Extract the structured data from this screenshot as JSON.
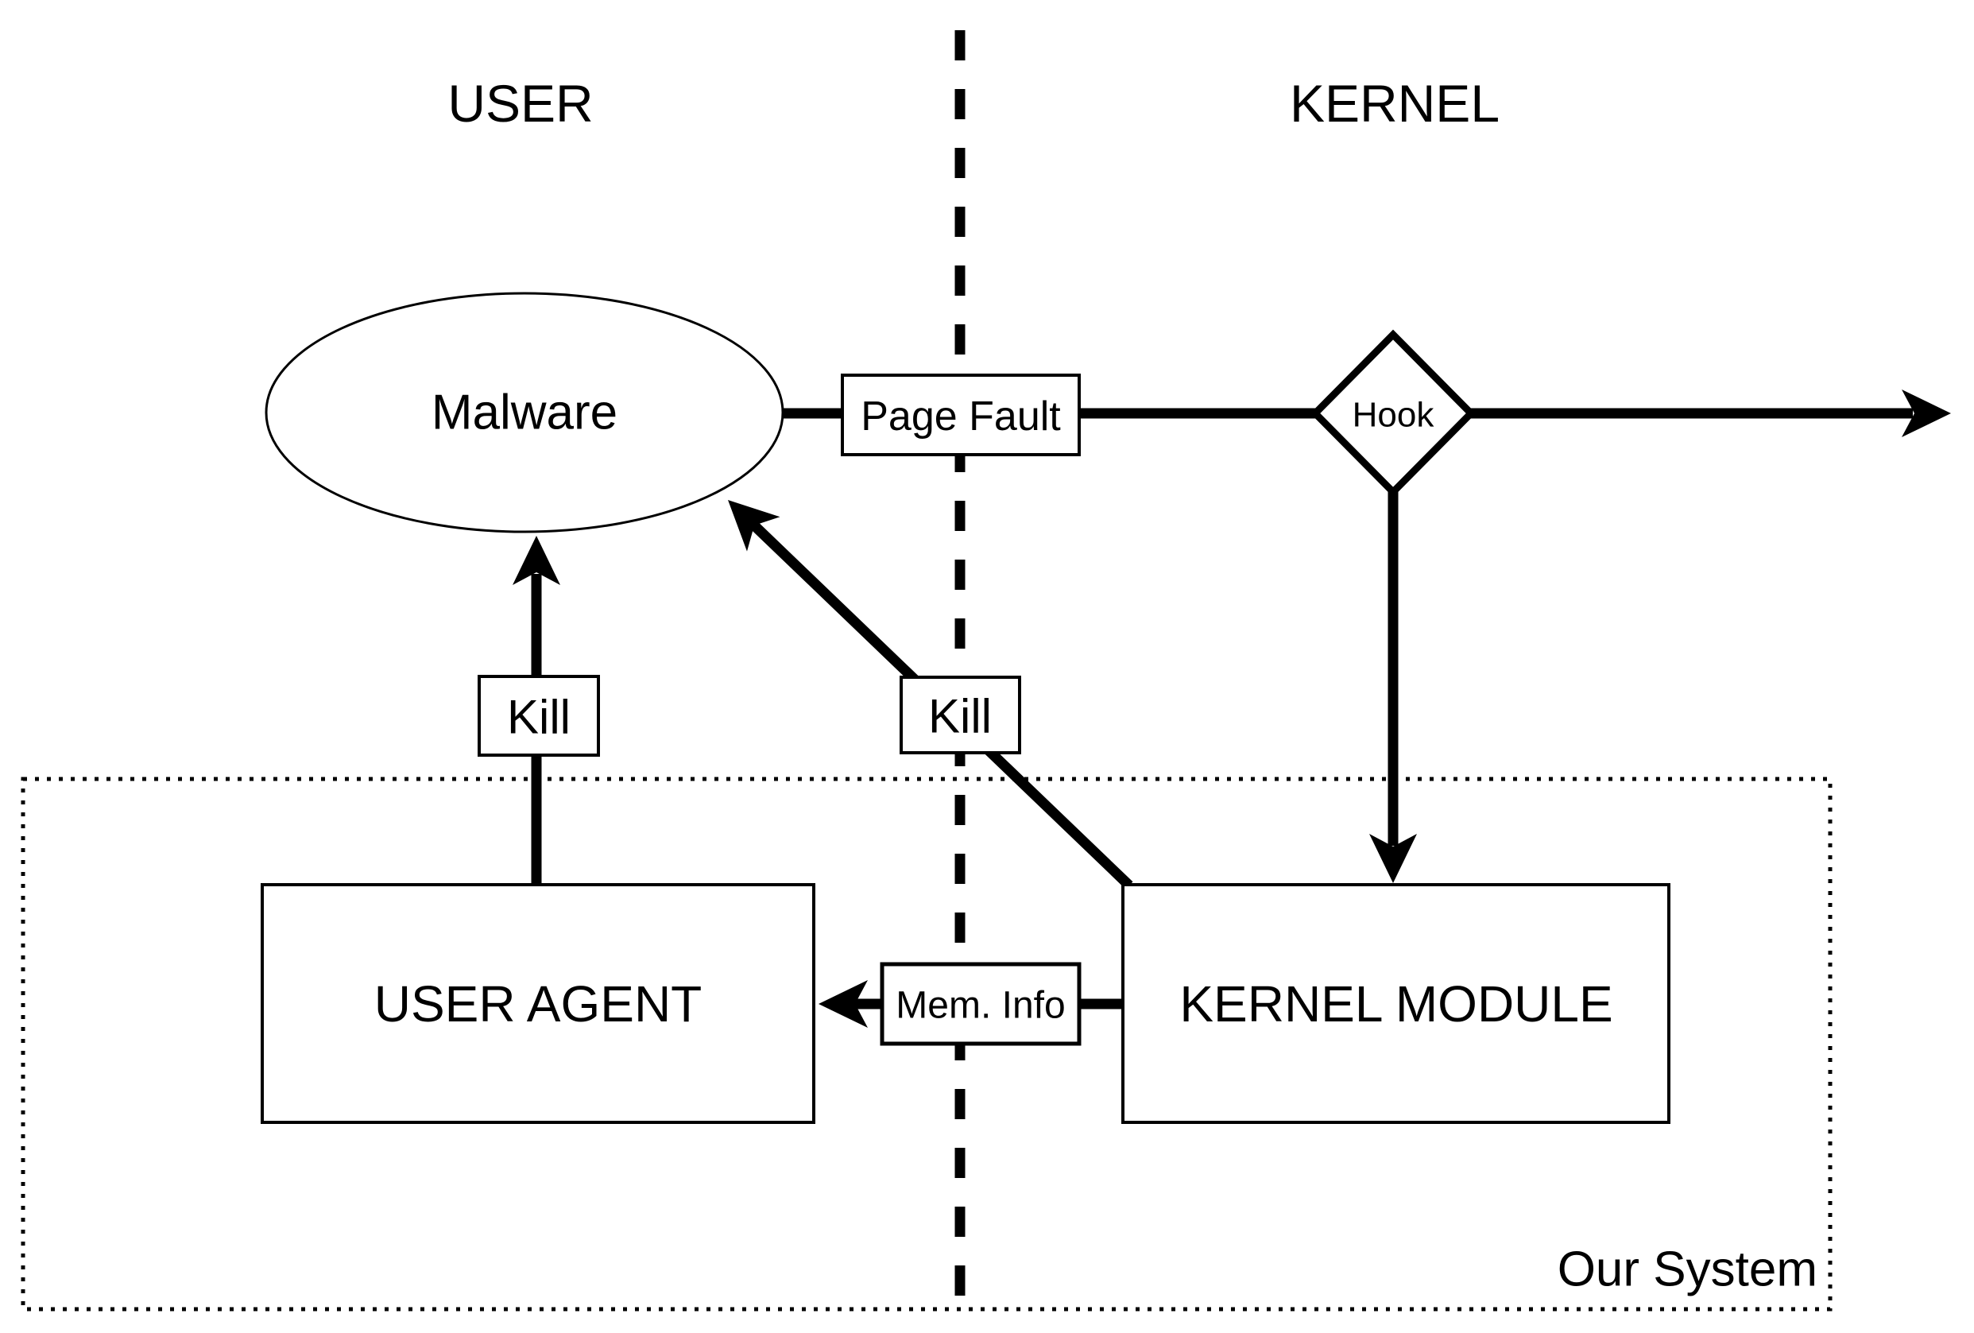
{
  "diagram": {
    "regions": {
      "user": "USER",
      "kernel": "KERNEL"
    },
    "nodes": {
      "malware": "Malware",
      "user_agent": "USER AGENT",
      "kernel_module": "KERNEL MODULE"
    },
    "edge_labels": {
      "page_fault": "Page Fault",
      "hook": "Hook",
      "kill_from_user_agent": "Kill",
      "kill_from_kernel_module": "Kill",
      "mem_info": "Mem. Info"
    },
    "container": {
      "label": "Our System"
    },
    "colors": {
      "stroke": "#000000",
      "background": "#ffffff"
    }
  }
}
